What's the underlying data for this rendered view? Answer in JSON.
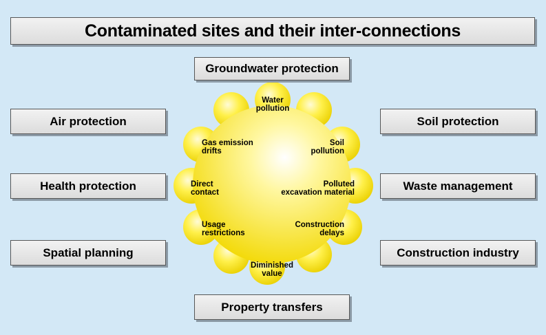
{
  "title": "Contaminated sites and their inter-connections",
  "topics": {
    "groundwater": "Groundwater protection",
    "air": "Air protection",
    "soil": "Soil protection",
    "health": "Health protection",
    "waste": "Waste management",
    "spatial": "Spatial planning",
    "construction": "Construction industry",
    "property": "Property transfers"
  },
  "bubbles": {
    "water_pollution": [
      "Water",
      "pollution"
    ],
    "soil_pollution": [
      "Soil",
      "pollution"
    ],
    "gas_emission": [
      "Gas emission",
      "drifts"
    ],
    "direct_contact": [
      "Direct",
      "contact"
    ],
    "polluted_excavation": [
      "Polluted",
      "excavation material"
    ],
    "usage_restrictions": [
      "Usage",
      "restrictions"
    ],
    "construction_delays": [
      "Construction",
      "delays"
    ],
    "diminished_value": [
      "Diminished",
      "value"
    ]
  },
  "colors": {
    "background": "#d3e8f6",
    "sphere_center": "#fffbd0",
    "sphere_edge": "#f0d800"
  }
}
